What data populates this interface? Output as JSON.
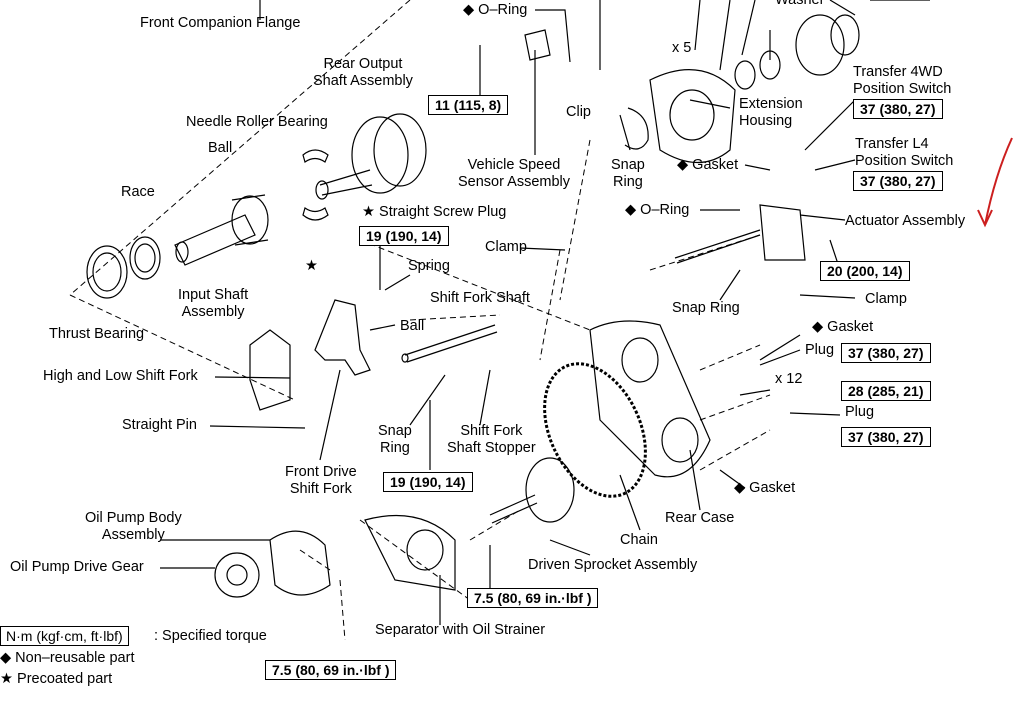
{
  "labels": {
    "front_companion_flange": "Front Companion Flange",
    "o_ring_top": "◆ O–Ring",
    "x5": "x 5",
    "washer": "Washer",
    "rear_output_shaft_1": "Rear Output",
    "rear_output_shaft_2": "Shaft Assembly",
    "needle_roller_bearing": "Needle Roller Bearing",
    "ball_top": "Ball",
    "race": "Race",
    "clip": "Clip",
    "extension_housing_1": "Extension",
    "extension_housing_2": "Housing",
    "transfer_4wd_1": "Transfer 4WD",
    "transfer_4wd_2": "Position Switch",
    "transfer_l4_1": "Transfer L4",
    "transfer_l4_2": "Position Switch",
    "vss_1": "Vehicle Speed",
    "vss_2": "Sensor Assembly",
    "snap_ring_top_1": "Snap",
    "snap_ring_top_2": "Ring",
    "gasket_top": "◆ Gasket",
    "straight_screw_plug": "★ Straight Screw Plug",
    "o_ring_mid": "◆ O–Ring",
    "actuator_assembly": "Actuator Assembly",
    "clamp_mid": "Clamp",
    "star": "★",
    "spring": "Spring",
    "input_shaft_1": "Input Shaft",
    "input_shaft_2": "Assembly",
    "shift_fork_shaft": "Shift Fork Shaft",
    "snap_ring_mid": "Snap Ring",
    "clamp_right": "Clamp",
    "thrust_bearing": "Thrust Bearing",
    "ball_mid": "Ball",
    "gasket_right": "◆ Gasket",
    "plug_1": "Plug",
    "high_low_fork": "High and Low Shift Fork",
    "x12": "x 12",
    "plug_2": "Plug",
    "straight_pin": "Straight Pin",
    "snap_ring_low_1": "Snap",
    "snap_ring_low_2": "Ring",
    "shift_fork_stopper_1": "Shift Fork",
    "shift_fork_stopper_2": "Shaft Stopper",
    "front_drive_fork_1": "Front Drive",
    "front_drive_fork_2": "Shift Fork",
    "gasket_low": "◆ Gasket",
    "rear_case": "Rear Case",
    "oil_pump_body_1": "Oil Pump Body",
    "oil_pump_body_2": "Assembly",
    "chain": "Chain",
    "oil_pump_drive_gear": "Oil Pump Drive Gear",
    "driven_sprocket": "Driven Sprocket Assembly",
    "separator": "Separator with Oil Strainer"
  },
  "torque": {
    "t_11": "11 (115, 8)",
    "t_37_a": "37 (380, 27)",
    "t_37_b": "37 (380, 27)",
    "t_19_a": "19 (190, 14)",
    "t_20": "20 (200, 14)",
    "t_37_c": "37 (380, 27)",
    "t_28": "28 (285, 21)",
    "t_37_d": "37 (380, 27)",
    "t_19_b": "19 (190, 14)",
    "t_75_a": "7.5 (80, 69 in.·lbf )",
    "t_75_b": "7.5 (80, 69 in.·lbf )"
  },
  "legend": {
    "unit_box": "N·m (kgf·cm, ft·lbf)",
    "specified_torque": ": Specified torque",
    "non_reusable": "◆ Non–reusable part",
    "precoated": "★ Precoated part"
  },
  "colors": {
    "ink": "#000000",
    "annotation": "#cc1f1f",
    "background": "#ffffff"
  }
}
